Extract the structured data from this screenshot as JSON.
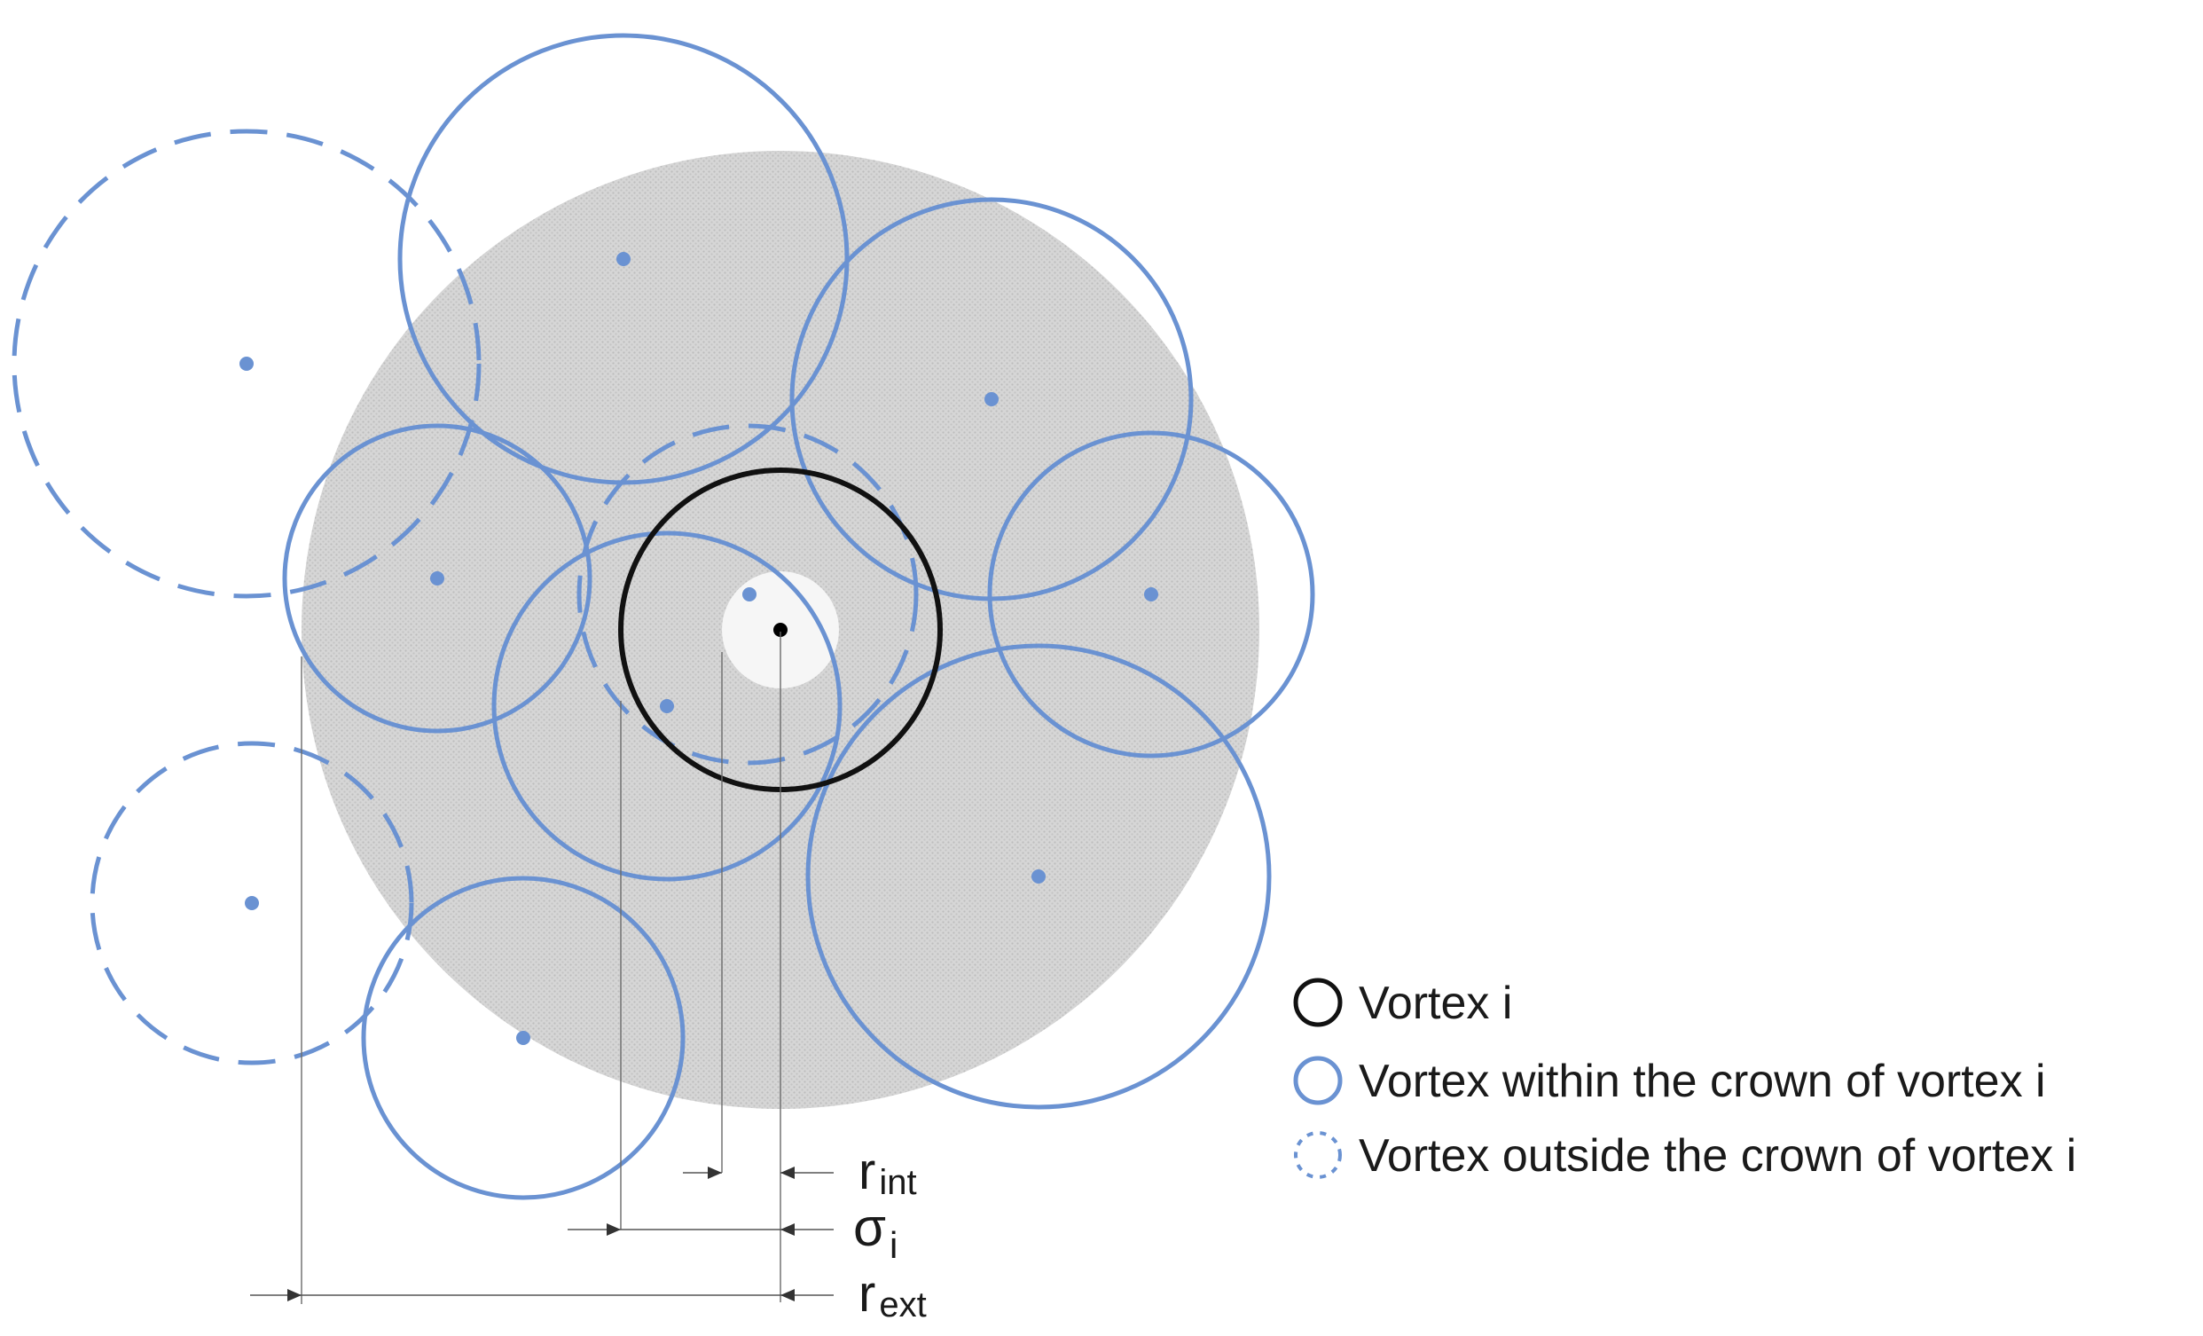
{
  "diagram": {
    "colors": {
      "crown_fill": "#d2d2d2",
      "core_fill": "#f5f5f5",
      "vortex_i_stroke": "#111111",
      "within_stroke": "#6a92d2",
      "outside_stroke": "#6a92d2",
      "dim_line": "#555555"
    },
    "labels": {
      "r_int": {
        "main": "r",
        "sub": "int"
      },
      "sigma_i": {
        "main": "σ",
        "sub": "i"
      },
      "r_ext": {
        "main": "r",
        "sub": "ext"
      }
    }
  },
  "legend": {
    "items": [
      {
        "kind": "vortex-i",
        "label": "Vortex i"
      },
      {
        "kind": "within",
        "label": "Vortex within the crown of vortex i"
      },
      {
        "kind": "outside",
        "label": "Vortex outside the crown of vortex i"
      }
    ]
  }
}
